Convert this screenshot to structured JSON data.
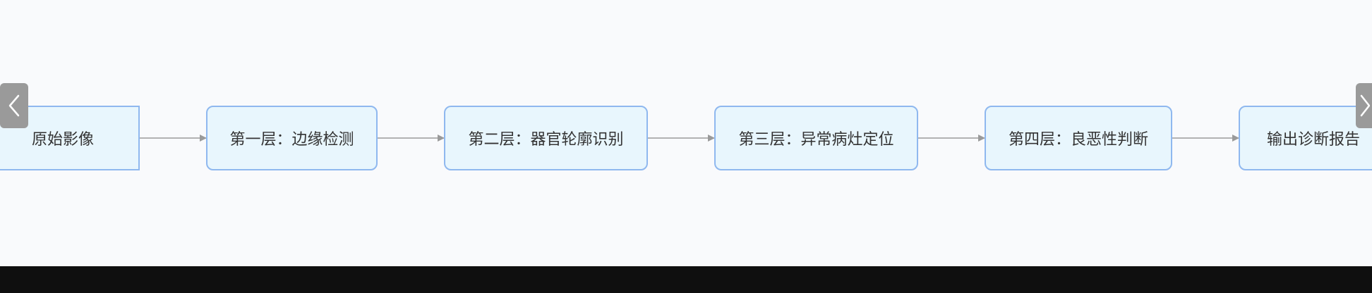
{
  "flowchart": {
    "nodes": [
      {
        "id": "n0",
        "label": "原始影像"
      },
      {
        "id": "n1",
        "label": "第一层：边缘检测"
      },
      {
        "id": "n2",
        "label": "第二层：器官轮廓识别"
      },
      {
        "id": "n3",
        "label": "第三层：异常病灶定位"
      },
      {
        "id": "n4",
        "label": "第四层：良恶性判断"
      },
      {
        "id": "n5",
        "label": "输出诊断报告"
      }
    ],
    "edges": [
      {
        "from": "n0",
        "to": "n1"
      },
      {
        "from": "n1",
        "to": "n2"
      },
      {
        "from": "n2",
        "to": "n3"
      },
      {
        "from": "n3",
        "to": "n4"
      },
      {
        "from": "n4",
        "to": "n5"
      }
    ]
  },
  "colors": {
    "node_fill": "#e8f6fd",
    "node_border": "#8fb8ef",
    "edge": "#9a9a9a",
    "background": "#f9fafc"
  },
  "navigation": {
    "prev_icon": "chevron-left-icon",
    "next_icon": "chevron-right-icon"
  }
}
